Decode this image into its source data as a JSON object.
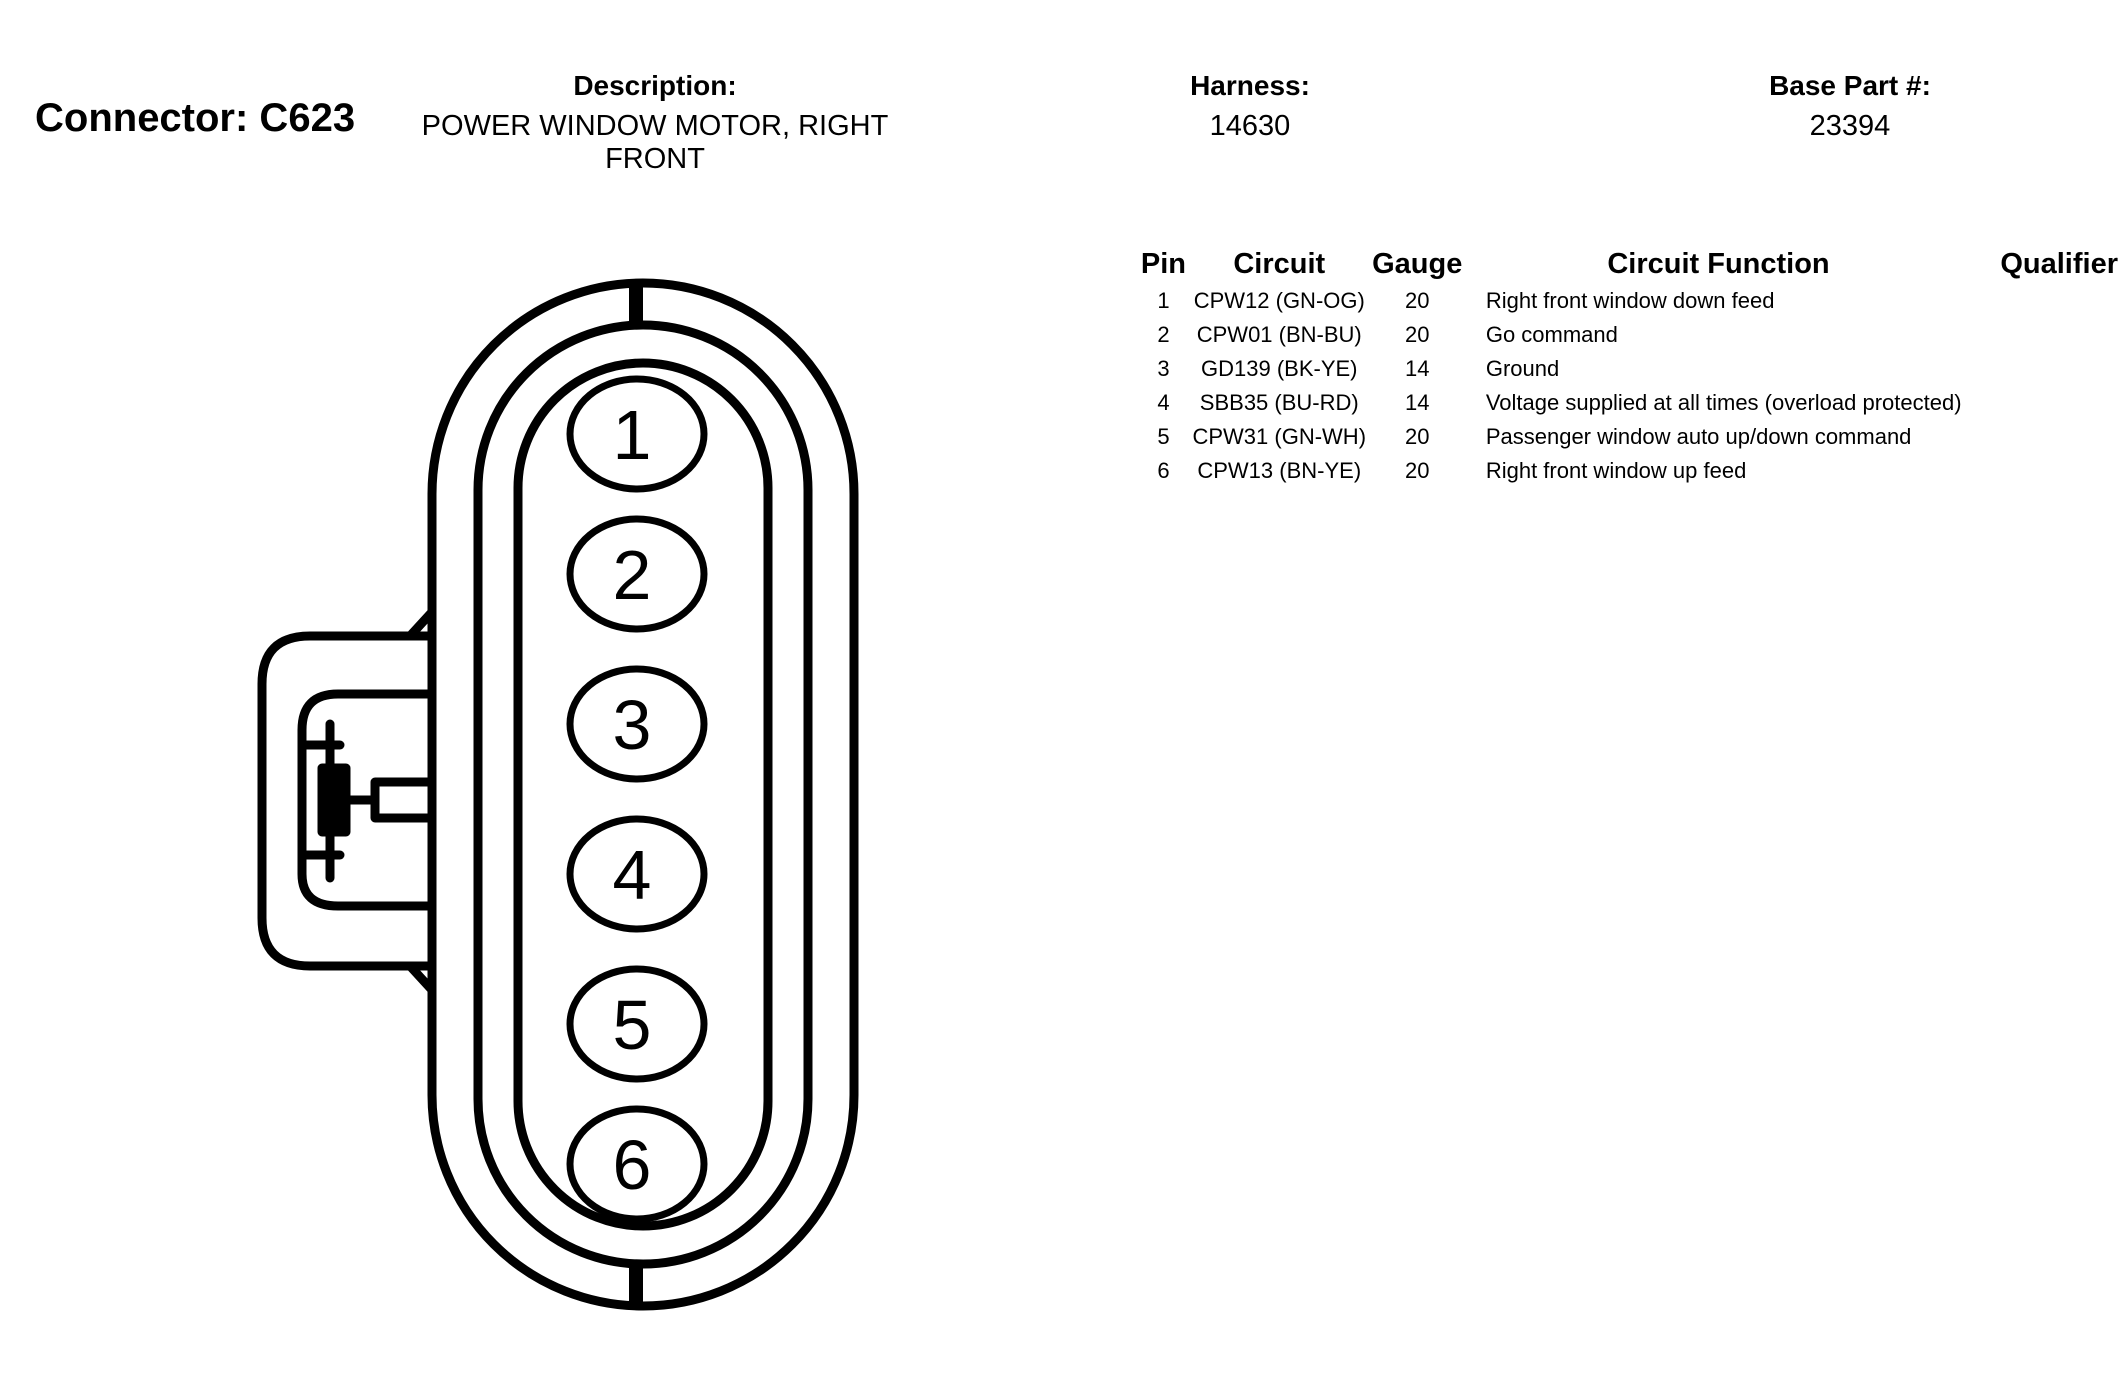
{
  "connector": {
    "title": "Connector: C623"
  },
  "description": {
    "label": "Description:",
    "value": "POWER WINDOW MOTOR, RIGHT FRONT"
  },
  "harness": {
    "label": "Harness:",
    "value": "14630"
  },
  "base_part": {
    "label": "Base Part #:",
    "value": "23394"
  },
  "table": {
    "headers": {
      "pin": "Pin",
      "circuit": "Circuit",
      "gauge": "Gauge",
      "function": "Circuit Function",
      "qualifier": "Qualifier"
    },
    "rows": [
      {
        "pin": "1",
        "circuit": "CPW12 (GN-OG)",
        "gauge": "20",
        "function": "Right front window down feed",
        "qualifier": ""
      },
      {
        "pin": "2",
        "circuit": "CPW01 (BN-BU)",
        "gauge": "20",
        "function": "Go command",
        "qualifier": ""
      },
      {
        "pin": "3",
        "circuit": "GD139 (BK-YE)",
        "gauge": "14",
        "function": "Ground",
        "qualifier": ""
      },
      {
        "pin": "4",
        "circuit": "SBB35 (BU-RD)",
        "gauge": "14",
        "function": "Voltage supplied at all times (overload protected)",
        "qualifier": ""
      },
      {
        "pin": "5",
        "circuit": "CPW31 (GN-WH)",
        "gauge": "20",
        "function": "Passenger window auto up/down command",
        "qualifier": ""
      },
      {
        "pin": "6",
        "circuit": "CPW13 (BN-YE)",
        "gauge": "20",
        "function": "Right front window up feed",
        "qualifier": ""
      }
    ]
  },
  "diagram": {
    "pins": [
      "1",
      "2",
      "3",
      "4",
      "5",
      "6"
    ]
  }
}
